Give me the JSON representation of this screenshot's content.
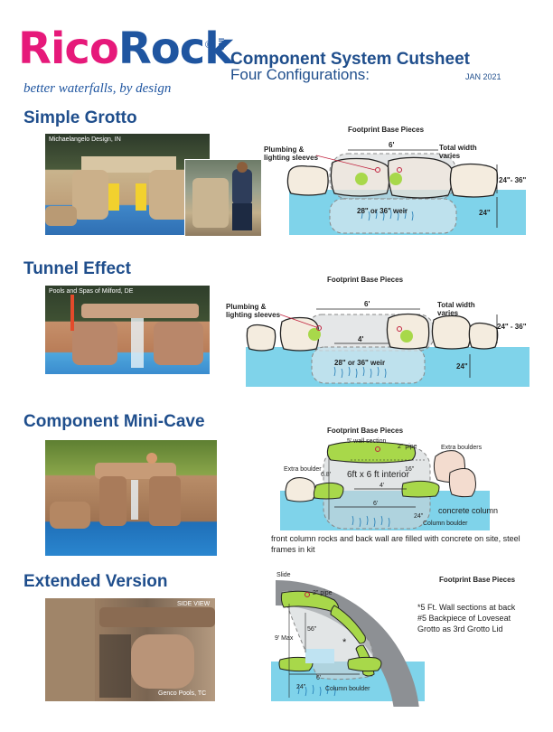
{
  "header": {
    "logo_rico": "Rico",
    "logo_rock": "Rock",
    "logo_reg": "®",
    "logo_inc": "INC.",
    "tagline": "better waterfalls, by design",
    "title": "Component System Cutsheet",
    "subtitle": "Four Configurations:",
    "date": "JAN 2021"
  },
  "colors": {
    "brand_pink": "#e6197a",
    "brand_blue": "#1f55a0",
    "heading_blue": "#1f4e8c",
    "water": "#7fd3ea",
    "base_green": "#a8d84a"
  },
  "sections": [
    {
      "title": "Simple Grotto",
      "photo_caption": "Michaelangelo Design, IN",
      "diagram": {
        "heading": "Footprint Base Pieces",
        "label_plumbing_1": "Plumbing &",
        "label_plumbing_2": "lighting sleeves",
        "label_width": "6'",
        "label_total_1": "Total width",
        "label_total_2": "varies",
        "label_height": "24\"- 36\"",
        "label_weir": "28\" or 36\" weir",
        "label_depth": "24\""
      }
    },
    {
      "title": "Tunnel Effect",
      "photo_caption": "Pools and Spas of Milford, DE",
      "diagram": {
        "heading": "Footprint Base Pieces",
        "label_plumbing_1": "Plumbing &",
        "label_plumbing_2": "lighting sleeves",
        "label_width": "6'",
        "label_inner": "4'",
        "label_total_1": "Total width",
        "label_total_2": "varies",
        "label_height": "24\" - 36\"",
        "label_weir": "28\" or 36\" weir",
        "label_depth": "24\""
      }
    },
    {
      "title": "Component Mini-Cave",
      "diagram": {
        "heading": "Footprint Base Pieces",
        "label_wall": "5' wall section",
        "label_pipe": "2\" pipe",
        "label_extra_left": "Extra boulder",
        "label_extra_right": "Extra boulders",
        "label_interior": "6ft x 6 ft interior",
        "label_h": "6.8'",
        "label_16": "16\"",
        "label_4": "4'",
        "label_6": "6'",
        "label_24": "24\"",
        "label_column": "concrete column",
        "label_column_boulder": "Column boulder",
        "note": "front column rocks and back wall are filled with concrete on site, steel frames in kit"
      }
    },
    {
      "title": "Extended Version",
      "photo_caption": "SIDE VIEW",
      "photo_credit": "Genco Pools, TC",
      "diagram": {
        "heading": "Footprint Base Pieces",
        "label_slide": "Slide",
        "label_pipe": "2\" pipe",
        "label_height": "9' Max",
        "label_56": "56\"",
        "label_star": "*",
        "label_6": "6'",
        "label_24": "24\"",
        "label_column_boulder": "Column boulder",
        "note_1": "*5 Ft. Wall sections at back",
        "note_2": "#5 Backpiece of Loveseat",
        "note_3": "Grotto as 3rd Grotto Lid"
      }
    }
  ]
}
